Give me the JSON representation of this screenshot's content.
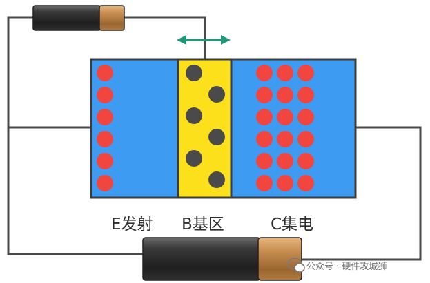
{
  "regions": {
    "emitter_label": "E发射",
    "base_label": "B基区",
    "collector_label": "C集电"
  },
  "watermark": {
    "text": "公众号 · 硬件攻城狮",
    "icon": "wechat-icon"
  },
  "carriers": {
    "emitter": {
      "columns": 1,
      "rows": 6
    },
    "base": {
      "count": 6
    },
    "collector": {
      "columns": 3,
      "rows": 6
    }
  },
  "colors": {
    "emitter_fill": "#3d9cf2",
    "base_fill": "#fde01c",
    "collector_fill": "#3d9cf2",
    "outline": "#3c3c3c",
    "electron": "#f0463f",
    "hole": "#4a4a4a",
    "arrow": "#1e9a7a",
    "battery_body": "#2b2b2b",
    "battery_cap": "#c28a4c",
    "wire": "#4a4a4a"
  }
}
